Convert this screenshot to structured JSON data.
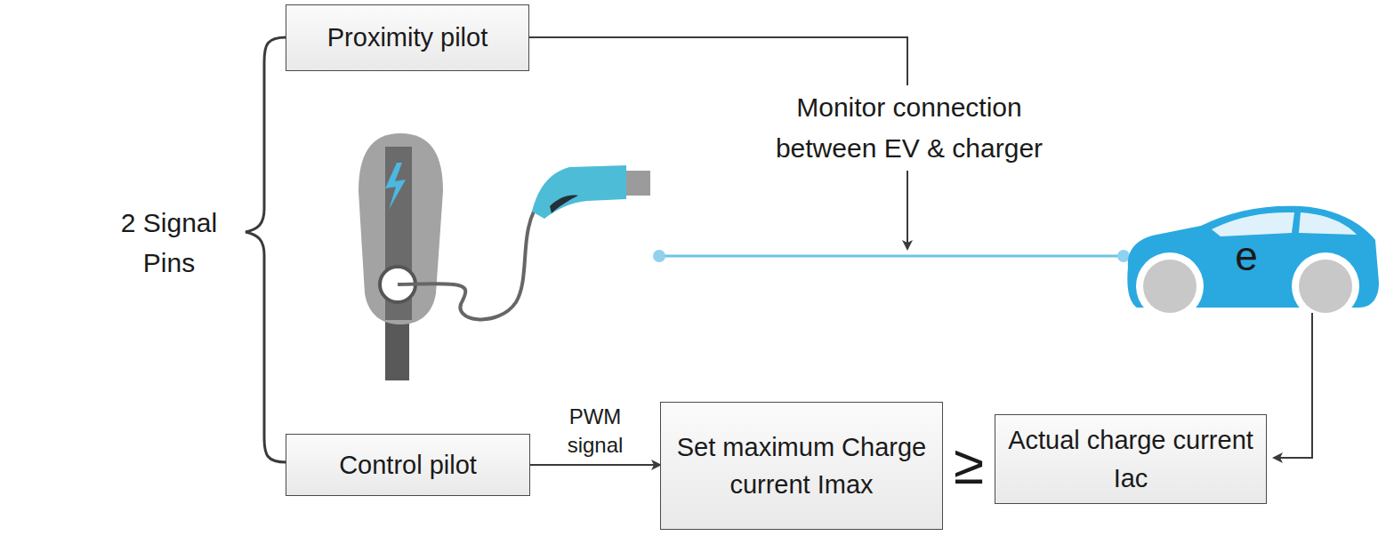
{
  "diagram": {
    "nodes": [
      {
        "text": [
          "Proximity pilot"
        ]
      },
      {
        "text": [
          "Control pilot"
        ]
      },
      {
        "text": [
          "Set maximum Charge current Imax"
        ]
      },
      {
        "text": [
          "Actual charge current Iac"
        ]
      }
    ],
    "edges": [
      {
        "from": 1,
        "to": 2,
        "arrow": "to",
        "label": "PWM signal"
      }
    ],
    "labels": [
      "2 Signal Pins",
      "Monitor connection between EV & charger",
      "≥",
      "e"
    ]
  }
}
